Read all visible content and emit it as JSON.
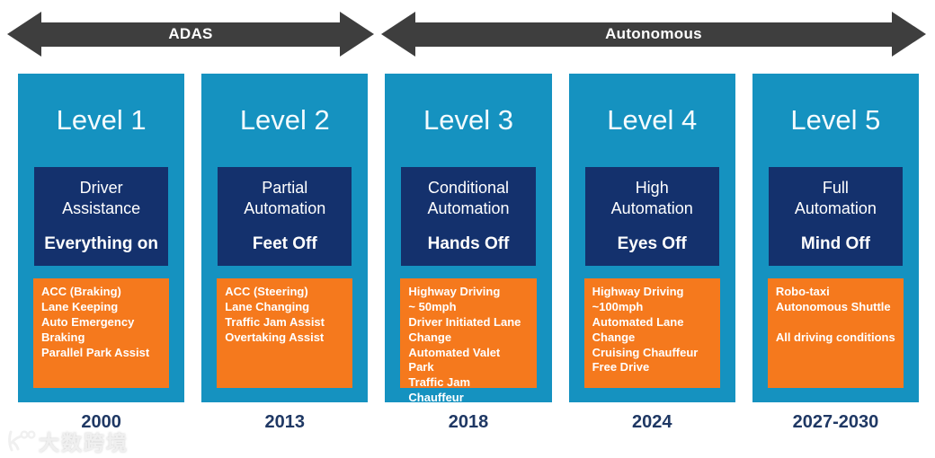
{
  "arrows": {
    "adas": "ADAS",
    "autonomous": "Autonomous"
  },
  "columns": [
    {
      "level": "Level 1",
      "category": "Driver\nAssistance",
      "mode": "Everything on",
      "features": "ACC (Braking)\nLane Keeping\nAuto Emergency Braking\nParallel Park Assist",
      "year": "2000"
    },
    {
      "level": "Level 2",
      "category": "Partial\nAutomation",
      "mode": "Feet Off",
      "features": "ACC (Steering)\nLane Changing\nTraffic Jam Assist\nOvertaking Assist",
      "year": "2013"
    },
    {
      "level": "Level 3",
      "category": "Conditional\nAutomation",
      "mode": "Hands Off",
      "features": "Highway Driving\n~ 50mph\nDriver Initiated Lane Change\nAutomated Valet Park\nTraffic Jam Chauffeur",
      "year": "2018"
    },
    {
      "level": "Level 4",
      "category": "High\nAutomation",
      "mode": "Eyes Off",
      "features": "Highway Driving\n~100mph\nAutomated Lane Change\nCruising Chauffeur\nFree Drive",
      "year": "2024"
    },
    {
      "level": "Level 5",
      "category": "Full\nAutomation",
      "mode": "Mind Off",
      "features": "Robo-taxi\nAutonomous Shuttle\n\nAll driving conditions",
      "year": "2027-2030"
    }
  ],
  "watermark": {
    "text": "大数跨境"
  },
  "colors": {
    "cyan": "#1592C0",
    "navy": "#14316D",
    "orange": "#F5791D",
    "arrow": "#3E3E3E",
    "year-color": "#1F3864"
  }
}
